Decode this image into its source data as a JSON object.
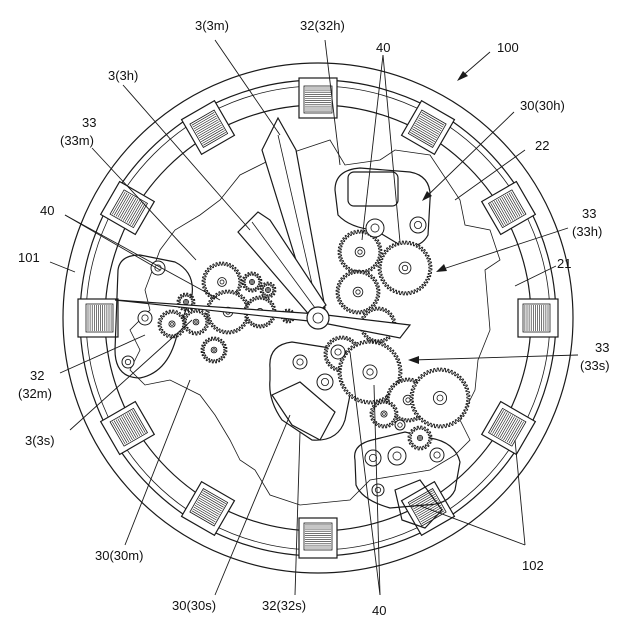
{
  "figure": {
    "labels": {
      "l100": "100",
      "l3m": "3(3m)",
      "l32h": "32(32h)",
      "l40_top": "40",
      "l3h": "3(3h)",
      "l30h": "30(30h)",
      "l33_left_a": "33",
      "l33_left_b": "(33m)",
      "l22": "22",
      "l40_left": "40",
      "l33_right_a": "33",
      "l33_right_b": "(33h)",
      "l101": "101",
      "l21": "21",
      "l32m_a": "32",
      "l32m_b": "(32m)",
      "l33s_a": "33",
      "l33s_b": "(33s)",
      "l3s": "3(3s)",
      "l30m": "30(30m)",
      "l102": "102",
      "l30s": "30(30s)",
      "l32s": "32(32s)",
      "l40_bottom": "40"
    }
  }
}
